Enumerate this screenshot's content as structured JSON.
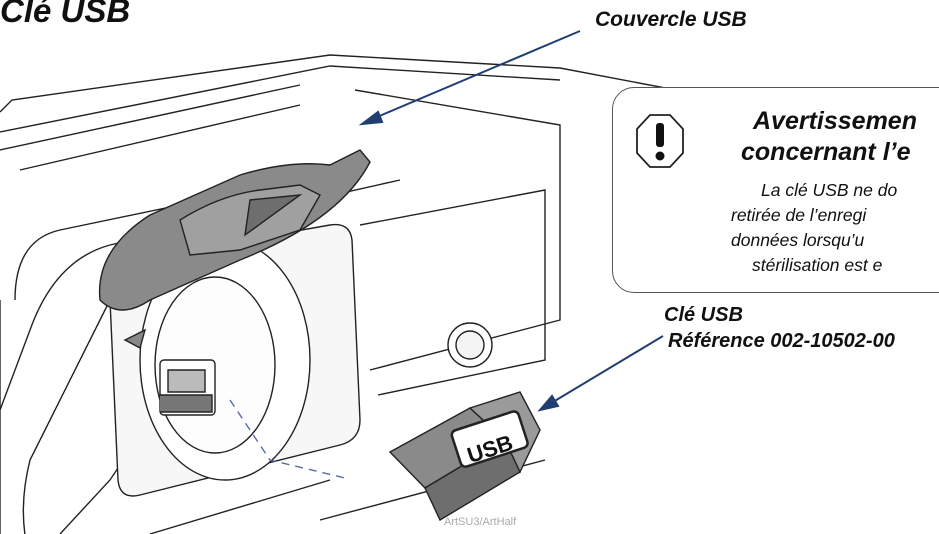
{
  "title": "Clé USB",
  "cover_label": "Couvercle USB",
  "usb_key": {
    "name": "Clé USB",
    "reference": "Référence 002-10502-00"
  },
  "warning": {
    "title_line1": "Avertissemen",
    "title_line2": "concernant l’e",
    "text_lines": [
      "La clé USB ne do",
      "retirée de l’enregi",
      "données lorsqu’u",
      "stérilisation est e"
    ],
    "icon": "exclamation-octagon-icon"
  },
  "usb_key_print": "USB",
  "credit": "ArtSU3/ArtHalf",
  "colors": {
    "arrow": "#1f3f73",
    "cover": "#8a8a8a",
    "dashed": "#5b6aa8"
  }
}
